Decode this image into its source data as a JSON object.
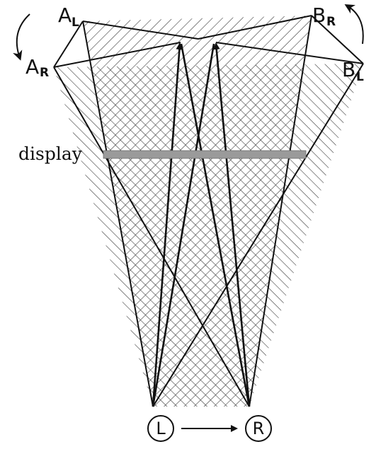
{
  "labels": {
    "a_left": {
      "main": "A",
      "sub": "L"
    },
    "b_right": {
      "main": "B",
      "sub": "R"
    },
    "a_right": {
      "main": "A",
      "sub": "R"
    },
    "b_left": {
      "main": "B",
      "sub": "L"
    },
    "display": "display",
    "eye_left": "L",
    "eye_right": "R"
  },
  "colors": {
    "ink": "#111111",
    "display_bar": "#9a9a9a",
    "hatch": "#2a2a2a"
  }
}
